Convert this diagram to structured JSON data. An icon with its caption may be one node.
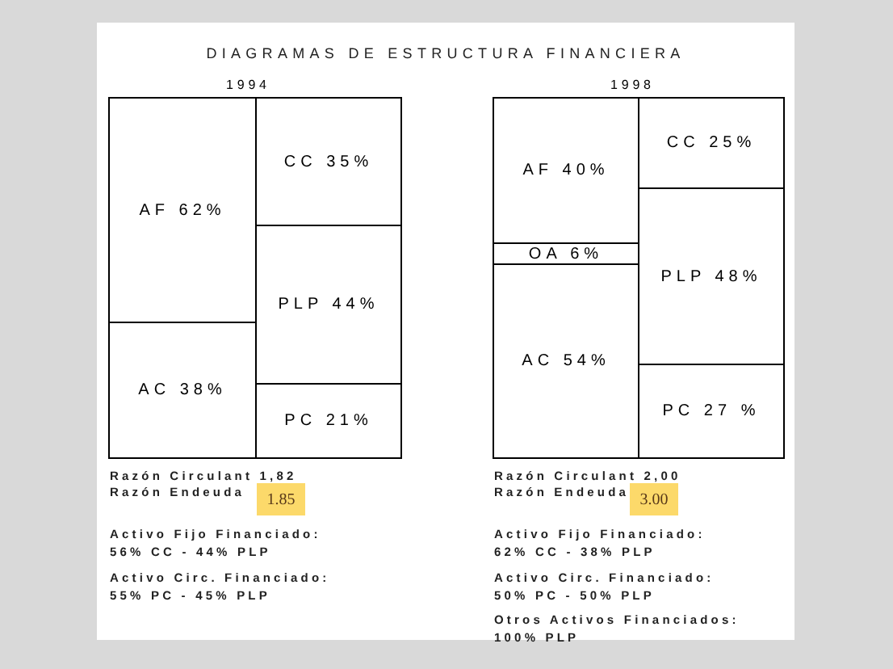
{
  "diagram": {
    "title": "DIAGRAMAS DE ESTRUCTURA FINANCIERA",
    "nodes": [
      {
        "text": [
          "AF 62%"
        ]
      },
      {
        "text": [
          "AC 38%"
        ]
      },
      {
        "text": [
          "CC 35%"
        ]
      },
      {
        "text": [
          "PLP 44%"
        ]
      },
      {
        "text": [
          "PC 21%"
        ]
      },
      {
        "text": [
          "AF 40%"
        ]
      },
      {
        "text": [
          "OA 6%"
        ]
      },
      {
        "text": [
          "AC 54%"
        ]
      },
      {
        "text": [
          "CC 25%"
        ]
      },
      {
        "text": [
          "PLP 48%"
        ]
      },
      {
        "text": [
          "PC 27 %"
        ]
      },
      {
        "text": [
          "1.85"
        ]
      },
      {
        "text": [
          "3.00"
        ]
      }
    ],
    "edges": [],
    "labels": [
      "1994",
      "1998",
      "Razón Circulant 1,82",
      "Razón Endeuda",
      "Activo Fijo Financiado:",
      "56% CC - 44% PLP",
      "Activo Circ. Financiado:",
      "55% PC - 45% PLP",
      "Razón Circulant 2,00",
      "Razón Endeuda",
      "Activo Fijo Financiado:",
      "62% CC - 38% PLP",
      "Activo Circ. Financiado:",
      "50% PC - 50% PLP",
      "Otros Activos Financiados:",
      "100% PLP"
    ]
  }
}
